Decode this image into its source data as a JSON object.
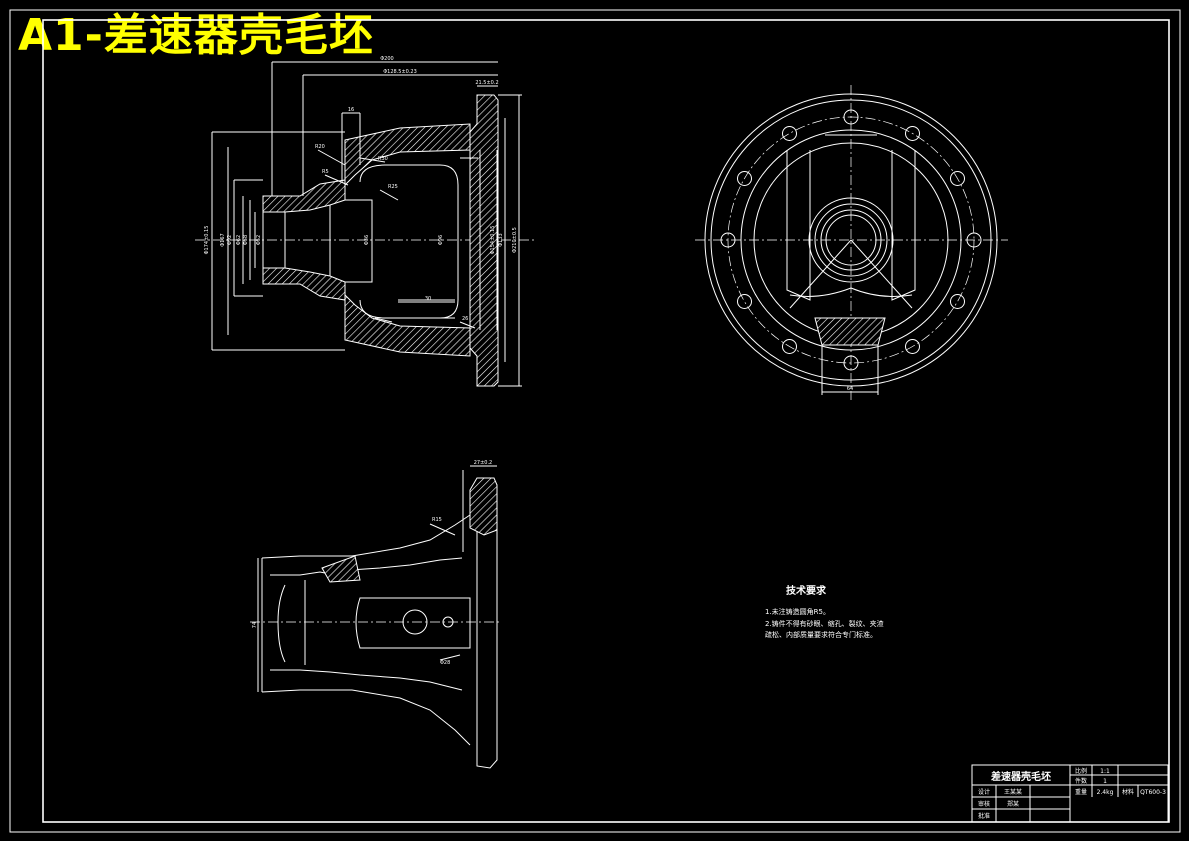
{
  "overlay_title": "A1-差速器壳毛坯",
  "tech_requirements": {
    "title": "技术要求",
    "lines": [
      "1.未注铸造圆角R5。",
      "2.铸件不得有砂眼、缩孔、裂纹、夹渣",
      "疏松、内部质量要求符合专门标准。"
    ]
  },
  "title_block": {
    "part_name": "差速器壳毛坯",
    "scale_label": "比例",
    "scale_value": "1:1",
    "qty_label": "件数",
    "qty_value": "1",
    "weight_label": "重量",
    "weight_value": "2.4kg",
    "material_label": "材料",
    "material_value": "QT600-3",
    "designer_label": "设计",
    "designer_value": "王某某",
    "checker_label": "审核",
    "checker_value": "郑某",
    "approve_label": "批准"
  },
  "dimensions": {
    "top_outer": "Φ200",
    "top_inner": "Φ128.5±0.23",
    "flange_thk": "21.5±0.2",
    "r5": "R5",
    "r20": "R20",
    "r30": "R30",
    "r25": "R25",
    "d174": "Φ174±0.15",
    "d167": "Φ167",
    "d92": "Φ92",
    "d62": "Φ62",
    "d58": "Φ58",
    "d52": "Φ52",
    "d36": "Φ36",
    "d96": "Φ96",
    "d154": "Φ154±0.15",
    "d133": "Φ133",
    "d210": "Φ210±0.5",
    "w16": "16",
    "w30": "30",
    "w26": "26",
    "t27": "27±0.2",
    "r15": "R15",
    "d28": "Φ28",
    "d64": "64",
    "d74": "74"
  }
}
